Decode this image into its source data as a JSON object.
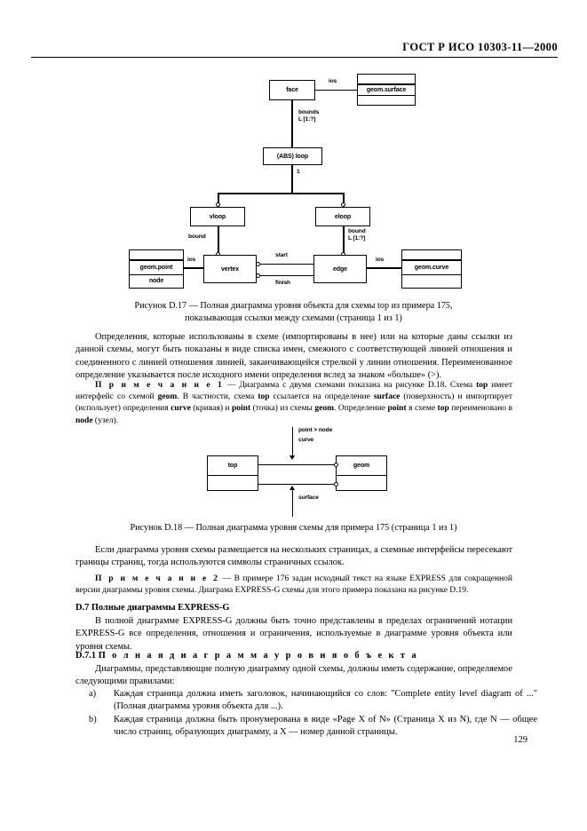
{
  "header": {
    "standard": "ГОСТ Р ИСО 10303-11—2000"
  },
  "page": {
    "number": "129"
  },
  "figure_d17": {
    "nodes": {
      "face": "face",
      "geom_surface": "geom.surface",
      "abs_loop": "(ABS) loop",
      "vloop": "vloop",
      "eloop": "eloop",
      "vertex": "vertex",
      "edge": "edge",
      "geom_point": "geom.point",
      "node": "node",
      "geom_curve": "geom.curve"
    },
    "labels": {
      "ios_top": "ios",
      "bounds": "bounds",
      "bounds_card": "L [1:?]",
      "one": "1",
      "bound_left": "bound",
      "bound_right": "bound",
      "bound_right_card": "L [1:?]",
      "start": "start",
      "finish": "finish",
      "ios_left": "ios",
      "ios_right": "ios"
    },
    "caption_line1": "Рисунок D.17 — Полная диаграмма уровня объекта для схемы top из примера 175,",
    "caption_line2": "показывающая ссылки между схемами (страница 1 из 1)"
  },
  "figure_d18": {
    "nodes": {
      "top": "top",
      "geom": "geom"
    },
    "labels": {
      "point_node": "point > node",
      "curve": "curve",
      "surface": "surface"
    },
    "caption": "Рисунок D.18 — Полная диаграмма уровня схемы для примера 175 (страница 1 из 1)"
  },
  "body": {
    "para1": "Определения, которые использованы в схеме (импортированы в нее) или на которые даны ссылки из данной схемы, могут быть показаны в виде списка имен, смежного с соответствующей линией отношения и соединенного с линией отношения линией, заканчивающейся стрелкой у линии отношения. Переименованное определение указывается после исходного имени определения вслед за знаком «больше» (>).",
    "note1_label": "П р и м е ч а н и е  1",
    "note1_text": " — Диаграмма с двумя схемами показана на рисунке D.18. Схема top имеет интерфейс со схемой geom. В частности, схема top ссылается на определение surface (поверхность) и импортирует (использует) определения curve (кривая) и point (точка) из схемы geom. Определение point в схеме top переименовано в node (узел).",
    "para2": "Если диаграмма уровня схемы размещается на нескольких страницах, а схемные интерфейсы пересекают границы страниц, тогда используются символы страничных ссылок.",
    "note2_label": "П р и м е ч а н и е  2",
    "note2_text": " — В примере 176 задан исходный текст на языке EXPRESS для сокращенной версии диаграммы уровня схемы. Диаграма EXPRESS-G схемы для этого примера показана на рисунке D.19.",
    "heading_d7": "D.7 Полные диаграммы EXPRESS-G",
    "para3": "В полной диаграмме EXPRESS-G должны быть точно представлены в пределах ограничений нотации EXPRESS-G все определения, отношения и ограничения, используемые в диаграмме уровня объекта или уровня схемы.",
    "heading_d71_num": "D.7.1 ",
    "heading_d71_text": "П о л н а я   д и а г р а м м а   у р о в н я   о б ъ е к т а",
    "para4": "Диаграммы, представляющие полную диаграмму одной схемы, должны иметь содержание, определяемое следующими правилами:",
    "list": [
      {
        "marker": "a)",
        "text": "Каждая страница должна иметь заголовок, начинающийся со слов: \"Complete entity level diagram of ...\" (Полная диаграмма уровня объекта для   ...)."
      },
      {
        "marker": "b)",
        "text": "Каждая страница должна быть пронумерована в виде «Page X of N» (Страница X из N), где N — общее число страниц, образующих диаграмму, а X — номер данной страницы."
      }
    ]
  }
}
